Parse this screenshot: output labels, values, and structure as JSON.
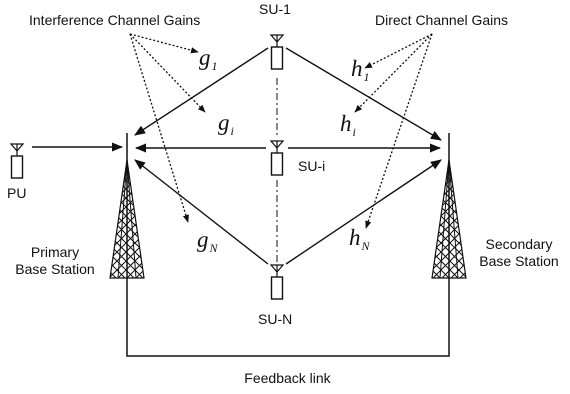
{
  "labels": {
    "interference_title": "Interference Channel Gains",
    "direct_title": "Direct Channel Gains",
    "su1": "SU-1",
    "sui": "SU-i",
    "sun": "SU-N",
    "pu": "PU",
    "primary_bs": [
      "Primary",
      "Base Station"
    ],
    "secondary_bs": [
      "Secondary",
      "Base Station"
    ],
    "feedback": "Feedback link"
  },
  "gains": {
    "g1": {
      "base": "g",
      "sub": "1"
    },
    "gi": {
      "base": "g",
      "sub": "i"
    },
    "gN": {
      "base": "g",
      "sub": "N"
    },
    "h1": {
      "base": "h",
      "sub": "1"
    },
    "hi": {
      "base": "h",
      "sub": "i"
    },
    "hN": {
      "base": "h",
      "sub": "N"
    }
  },
  "colors": {
    "line": "#111111",
    "background": "#ffffff"
  }
}
